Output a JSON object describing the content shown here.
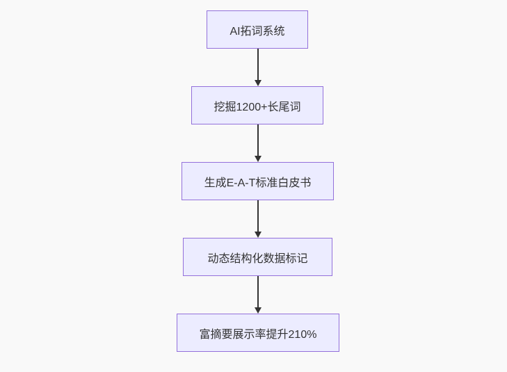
{
  "diagram": {
    "type": "flowchart",
    "direction": "top-down",
    "nodes": [
      {
        "id": "1",
        "label": "AI拓词系统"
      },
      {
        "id": "2",
        "label": "挖掘1200+长尾词"
      },
      {
        "id": "3",
        "label": "生成E-A-T标准白皮书"
      },
      {
        "id": "4",
        "label": "动态结构化数据标记"
      },
      {
        "id": "5",
        "label": "富摘要展示率提升210%"
      }
    ],
    "edges": [
      {
        "from": "1",
        "to": "2"
      },
      {
        "from": "2",
        "to": "3"
      },
      {
        "from": "3",
        "to": "4"
      },
      {
        "from": "4",
        "to": "5"
      }
    ],
    "colors": {
      "node_fill": "#ECECFF",
      "node_border": "#9370DB",
      "text": "#333333",
      "arrow": "#333333",
      "background": "#f9f9f9"
    }
  }
}
